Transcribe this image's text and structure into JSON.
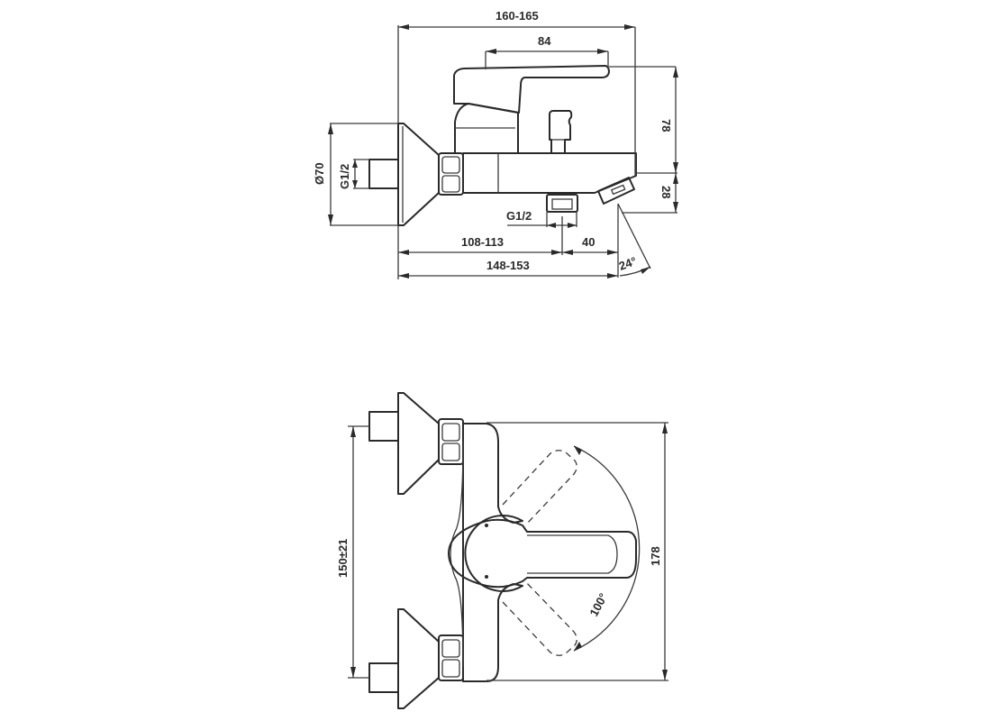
{
  "drawing": {
    "subject": "Wall-mounted single-lever bath mixer technical drawing",
    "side_view": {
      "dimensions": {
        "overall_depth": "160-165",
        "lever_length": "84",
        "height_above_body": "78",
        "body_height": "28",
        "flange_diameter": "Ø70",
        "inlet_thread": "G1/2",
        "outlet_thread": "G1/2",
        "wall_to_outlet": "108-113",
        "outlet_to_spout": "40",
        "wall_to_spout": "148-153",
        "spout_angle": "24°"
      }
    },
    "top_view": {
      "dimensions": {
        "inlet_centers": "150±21",
        "overall_width": "178",
        "lever_rotation": "100°"
      }
    },
    "colors": {
      "line": "#2a2a2a",
      "background": "#ffffff"
    }
  }
}
